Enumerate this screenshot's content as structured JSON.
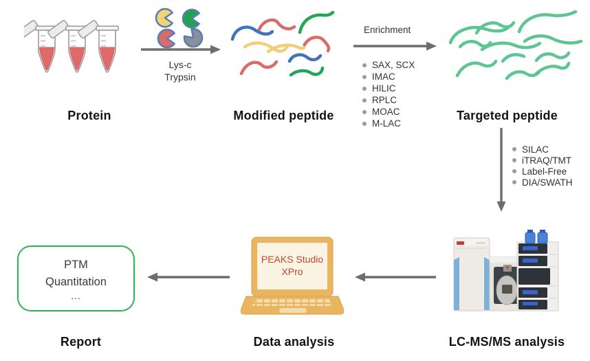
{
  "labels": {
    "protein": "Protein",
    "modified_peptide": "Modified peptide",
    "targeted_peptide": "Targeted peptide",
    "lcms": "LC-MS/MS analysis",
    "data_analysis": "Data analysis",
    "report": "Report"
  },
  "digestion": {
    "line1": "Lys-c",
    "line2": "Trypsin"
  },
  "enrichment": {
    "title": "Enrichment",
    "methods": [
      "SAX, SCX",
      "IMAC",
      "HILIC",
      "RPLC",
      "MOAC",
      "M-LAC"
    ]
  },
  "labeling_methods": [
    "SILAC",
    "iTRAQ/TMT",
    "Label-Free",
    "DIA/SWATH"
  ],
  "laptop": {
    "screen_line1": "PEAKS Studio",
    "screen_line2": "XPro"
  },
  "report_box": {
    "line1": "PTM",
    "line2": "Quantitation",
    "line3": "..."
  },
  "icons": {
    "protein_sample": "microcentrifuge-tubes-icon",
    "digestion_enzymes": "pacman-enzyme-icons",
    "modified_peptides": "multicolor-squiggle-peptides-icon",
    "targeted_peptides": "green-squiggle-peptides-icon",
    "mass_spectrometer": "lc-ms-instrument-icon",
    "laptop": "laptop-icon",
    "arrow": "gray-arrow",
    "bullet": "gray-dot"
  },
  "colors": {
    "arrow": "#6d6d6d",
    "peptide_blue": "#4273b8",
    "peptide_red": "#d96b6b",
    "peptide_yellow": "#efcf78",
    "peptide_green": "#21a557",
    "targeted_green": "#5dc593",
    "enzyme_outline": "#5b7db1",
    "enzyme_yellow": "#f2d478",
    "enzyme_green": "#1ea54c",
    "enzyme_red": "#d96b6b",
    "enzyme_gray": "#8a9099",
    "report_box_border": "#2bb44f",
    "laptop_body": "#e9b560",
    "laptop_screen": "#fbf4e2",
    "laptop_screen_text": "#c2453a",
    "tube_liquid": "#e06a6a",
    "instrument_blue": "#7eb0d8",
    "label_text": "#141414",
    "list_text": "#37312e"
  }
}
